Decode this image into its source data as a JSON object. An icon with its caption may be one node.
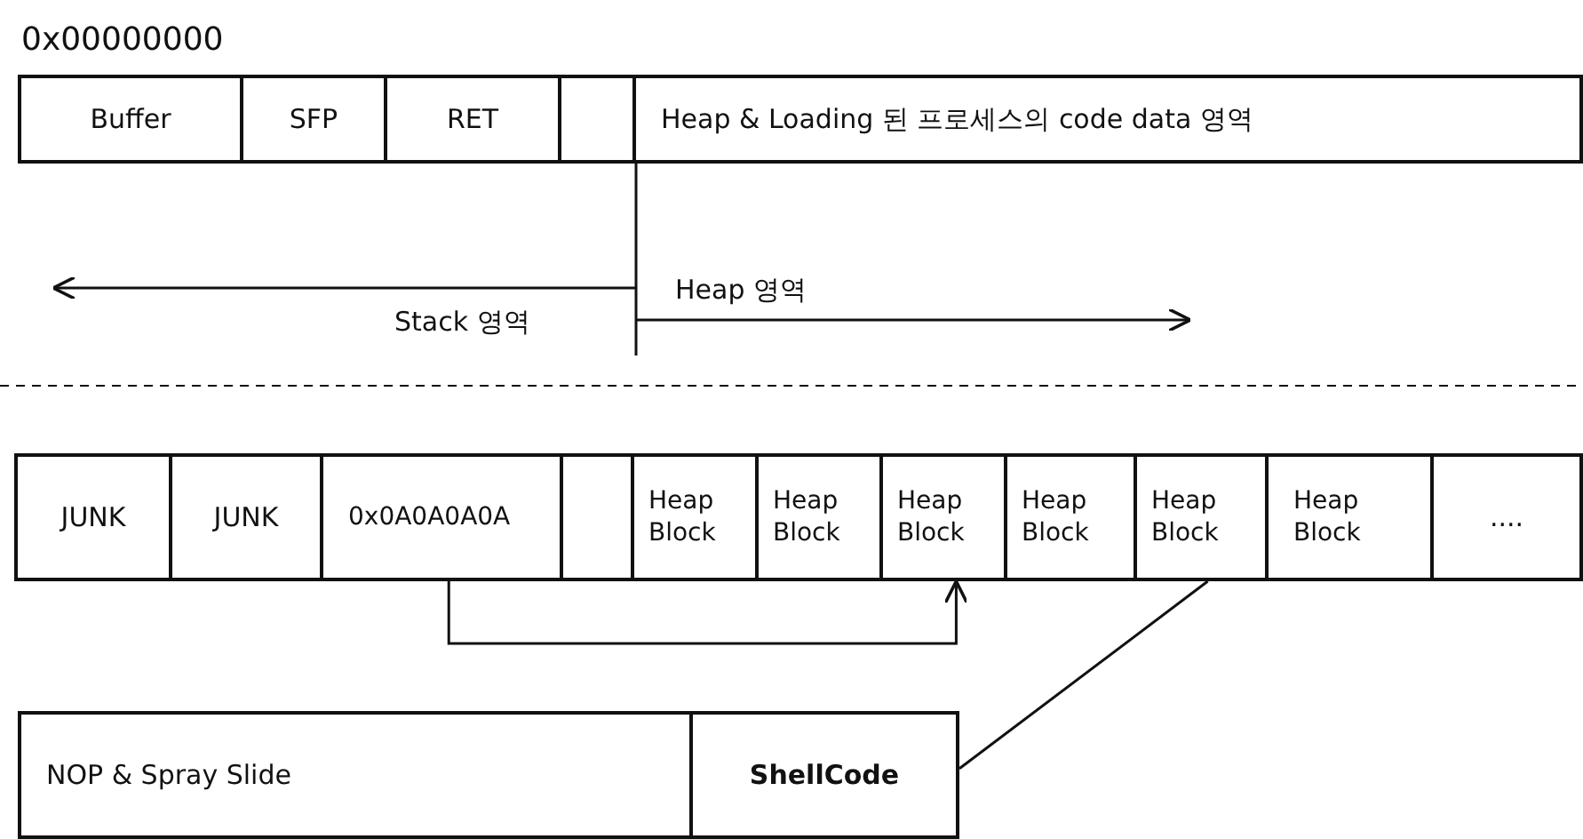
{
  "diagram": {
    "nodes": [
      {
        "text": [
          "Buffer"
        ]
      },
      {
        "text": [
          "SFP"
        ]
      },
      {
        "text": [
          "RET"
        ]
      },
      {
        "text": [],
        "shape": "box"
      },
      {
        "text": [
          "Heap & Loading 된 프로세스의 code data 영역"
        ]
      },
      {
        "text": [
          "JUNK"
        ]
      },
      {
        "text": [
          "JUNK"
        ]
      },
      {
        "text": [
          "0x0A0A0A0A"
        ]
      },
      {
        "text": [],
        "shape": "box"
      },
      {
        "text": [
          "Heap Block"
        ]
      },
      {
        "text": [
          "Heap Block"
        ]
      },
      {
        "text": [
          "Heap Block"
        ]
      },
      {
        "text": [
          "Heap Block"
        ]
      },
      {
        "text": [
          "Heap Block"
        ]
      },
      {
        "text": [
          "Heap Block"
        ]
      },
      {
        "text": [
          "...."
        ]
      },
      {
        "text": [
          "NOP & Spray Slide"
        ]
      },
      {
        "text": [
          "ShellCode"
        ]
      }
    ],
    "edges": [
      {
        "from": 7,
        "to": 11,
        "arrow": "to"
      },
      {
        "from": 13,
        "to": 17,
        "arrow": "none"
      }
    ],
    "labels": [
      "0x00000000",
      "Heap 영역",
      "Stack 영역"
    ]
  }
}
